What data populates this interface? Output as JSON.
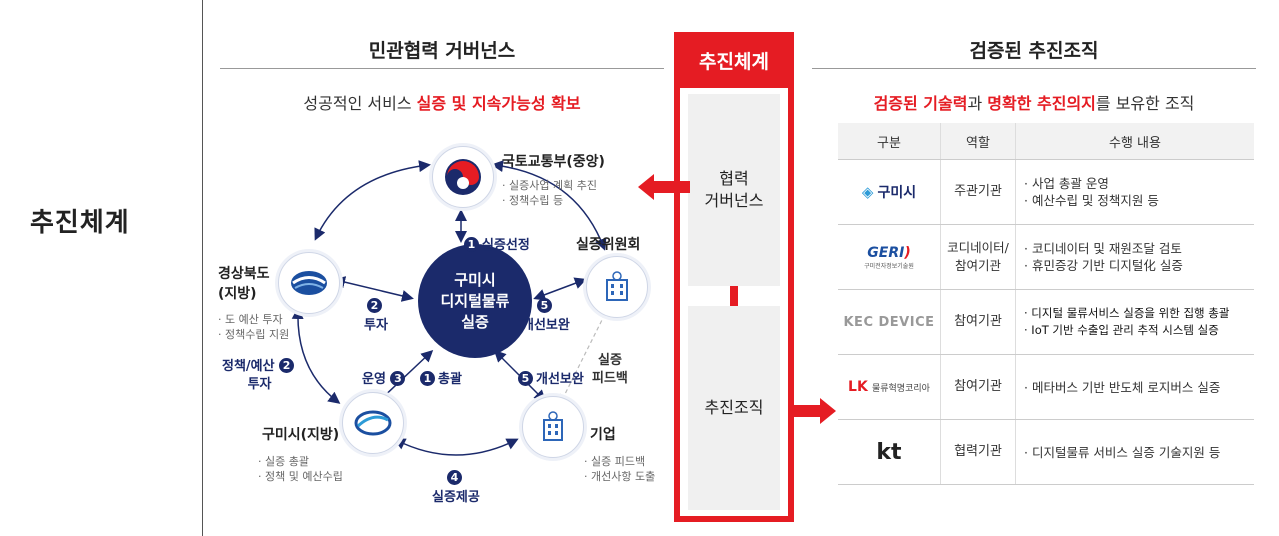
{
  "left_label": "추진체계",
  "left_panel": {
    "title": "민관협력 거버넌스",
    "subtitle_plain": "성공적인 서비스 ",
    "subtitle_red": "실증 및 지속가능성 확보",
    "center": [
      "구미시",
      "디지털물류",
      "실증"
    ],
    "nodes": {
      "molit": {
        "title": "국토교통부(중앙)",
        "bullets": [
          "실증사업 계획 추진",
          "정책수립 등"
        ]
      },
      "gyeongbuk": {
        "title": "경상북도",
        "title2": "(지방)",
        "bullets": [
          "도 예산 투자",
          "정책수립 지원"
        ]
      },
      "committee": {
        "title": "실증위원회"
      },
      "gumi": {
        "title": "구미시(지방)",
        "bullets": [
          "실증 총괄",
          "정책 및 예산수립"
        ]
      },
      "company": {
        "title": "기업",
        "bullets": [
          "실증 피드백",
          "개선사항 도출"
        ]
      }
    },
    "edges": {
      "e1_select": {
        "num": "1",
        "label": "실증선정"
      },
      "e2_invest": {
        "num": "2",
        "label": "투자"
      },
      "e5_improve_top": {
        "num": "5",
        "label": "개선보완"
      },
      "e2_policy": {
        "num": "2",
        "label1": "정책/예산",
        "label2": "투자"
      },
      "e3_operate": {
        "num": "3",
        "label": "운영"
      },
      "e1_overall": {
        "num": "1",
        "label": "총괄"
      },
      "e5_improve_bottom": {
        "num": "5",
        "label": "개선보완"
      },
      "feedback": {
        "label1": "실증",
        "label2": "피드백"
      },
      "e4_provide": {
        "num": "4",
        "label": "실증제공"
      }
    }
  },
  "middle": {
    "header": "추진체계",
    "box1": [
      "협력",
      "거버넌스"
    ],
    "box2": "추진조직"
  },
  "right_panel": {
    "title": "검증된 추진조직",
    "subtitle_red1": "검증된 기술력",
    "subtitle_plain1": "과 ",
    "subtitle_red2": "명확한 추진의지",
    "subtitle_plain2": "를 보유한 조직",
    "columns": [
      "구분",
      "역할",
      "수행 내용"
    ],
    "rows": [
      {
        "logo": "구미시",
        "role": "주관기관",
        "desc": [
          "· 사업 총괄 운영",
          "· 예산수립 및 정책지원 등"
        ]
      },
      {
        "logo": "GERI",
        "logo_sub": "구미전자정보기술원",
        "role": "코디네이터/참여기관",
        "desc": [
          "· 코디네이터 및 재원조달 검토",
          "· 휴민증강 기반 디지털化 실증"
        ]
      },
      {
        "logo": "KEC DEVICE",
        "role": "참여기관",
        "desc": [
          "· 디지털 물류서비스 실증을 위한 집행 총괄",
          "· IoT 기반 수출입 관리 추적 시스템 실증"
        ]
      },
      {
        "logo": "물류혁명코리아",
        "logo_mark": "LK",
        "role": "참여기관",
        "desc": [
          "· 메타버스 기반 반도체 로지버스 실증"
        ]
      },
      {
        "logo": "kt",
        "role": "협력기관",
        "desc": [
          "· 디지털물류 서비스 실증 기술지원 등"
        ]
      }
    ]
  },
  "colors": {
    "red": "#e51c23",
    "navy": "#1b2a6b"
  }
}
